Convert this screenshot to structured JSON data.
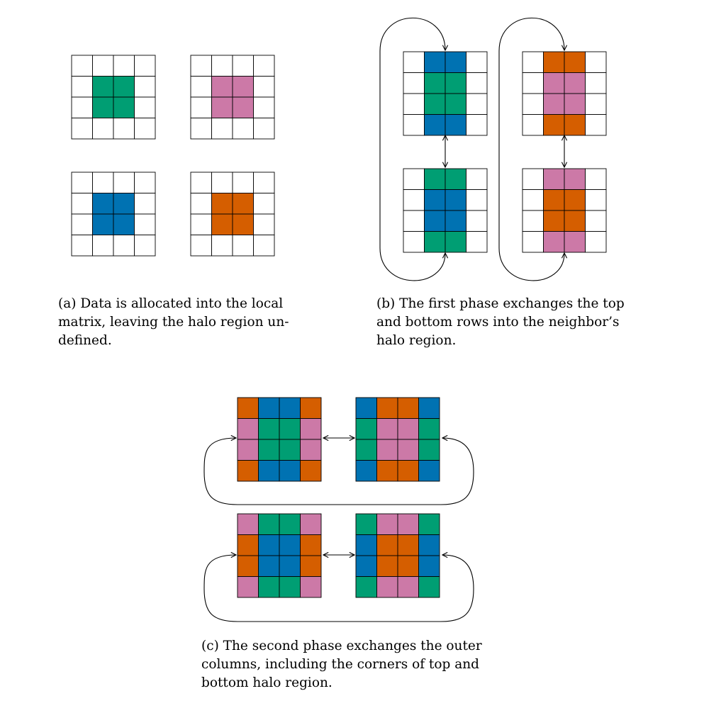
{
  "colors": {
    "green": "#009e73",
    "pink": "#cc79a7",
    "blue": "#0072b2",
    "orange": "#d55e00",
    "empty": "#ffffff",
    "line": "#000000"
  },
  "panels": {
    "a": {
      "caption_lines": [
        "(a) Data is allocated into the local",
        "matrix, leaving the halo region un-",
        "defined."
      ],
      "grids": [
        [
          "WWWW",
          "WGGW",
          "WGGW",
          "WWWW"
        ],
        [
          "WWWW",
          "WPPW",
          "WPPW",
          "WWWW"
        ],
        [
          "WWWW",
          "WBBW",
          "WBBW",
          "WWWW"
        ],
        [
          "WWWW",
          "WOOW",
          "WOOW",
          "WWWW"
        ]
      ]
    },
    "b": {
      "caption_lines": [
        "(b) The first phase exchanges the top",
        "and bottom rows into the neighbor’s",
        "halo region."
      ],
      "grids": [
        [
          "WBBW",
          "WGGW",
          "WGGW",
          "WBBW"
        ],
        [
          "WOOW",
          "WPPW",
          "WPPW",
          "WOOW"
        ],
        [
          "WGGW",
          "WBBW",
          "WBBW",
          "WGGW"
        ],
        [
          "WPPW",
          "WOOW",
          "WOOW",
          "WPPW"
        ]
      ]
    },
    "c": {
      "caption_lines": [
        "(c) The second phase exchanges the outer",
        "columns, including the corners of top and",
        "bottom halo region."
      ],
      "grids": [
        [
          "OBBO",
          "PGGP",
          "PGGP",
          "OBBO"
        ],
        [
          "BOOB",
          "GPPG",
          "GPPG",
          "BOOB"
        ],
        [
          "PGGP",
          "OBBO",
          "OBBO",
          "PGGP"
        ],
        [
          "GPPG",
          "BOOB",
          "BOOB",
          "GPPG"
        ]
      ]
    }
  }
}
